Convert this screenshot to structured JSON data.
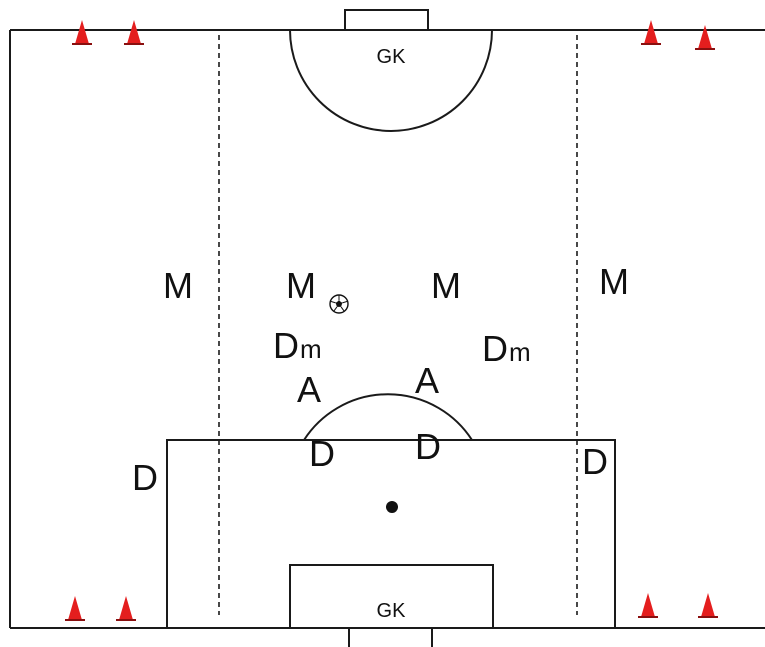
{
  "goalkeepers": [
    {
      "label": "GK"
    },
    {
      "label": "GK"
    }
  ],
  "players": {
    "midfield": [
      "M",
      "M",
      "M",
      "M"
    ],
    "defensive_mid": [
      {
        "letter": "D",
        "sub": "m"
      },
      {
        "letter": "D",
        "sub": "m"
      }
    ],
    "attackers": [
      "A",
      "A"
    ],
    "defenders": [
      "D",
      "D",
      "D",
      "D"
    ]
  },
  "colors": {
    "lines": "#1a1a1a",
    "cone": "#e41e1e",
    "cone_base": "#8a0f0f",
    "ball_spot": "#111111"
  },
  "icons": [
    "cone-icon",
    "ball-icon",
    "spot-icon"
  ]
}
